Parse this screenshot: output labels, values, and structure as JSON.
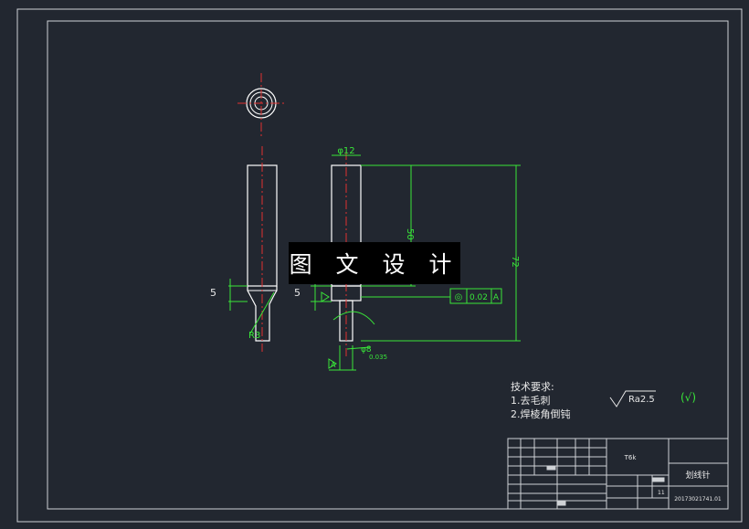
{
  "watermark": "图 文 设 计",
  "dimensions": {
    "dia12": "φ12",
    "len50": "50",
    "len72": "72",
    "five_left": "5",
    "five_right": "5",
    "r3": "R3",
    "gdt_value": "0.02",
    "gdt_datum": "A",
    "gdt_symbol": "◎",
    "datum_a": "A",
    "fit": "φ8",
    "fit_tol": "0.035"
  },
  "tech_requirements": {
    "title": "技术要求:",
    "item1": "1.去毛刺",
    "item2": "2.焊棱角倒钝"
  },
  "roughness": {
    "value": "Ra2.5",
    "symbol": "(√)"
  },
  "title_block": {
    "part_name": "划线针",
    "drawing_no": "20173021741.01",
    "label_a": "T6k",
    "label_count": "11"
  },
  "colors": {
    "outline": "#ffffff",
    "dimension": "#39e639",
    "centerline": "#e03030",
    "background": "#222730"
  }
}
